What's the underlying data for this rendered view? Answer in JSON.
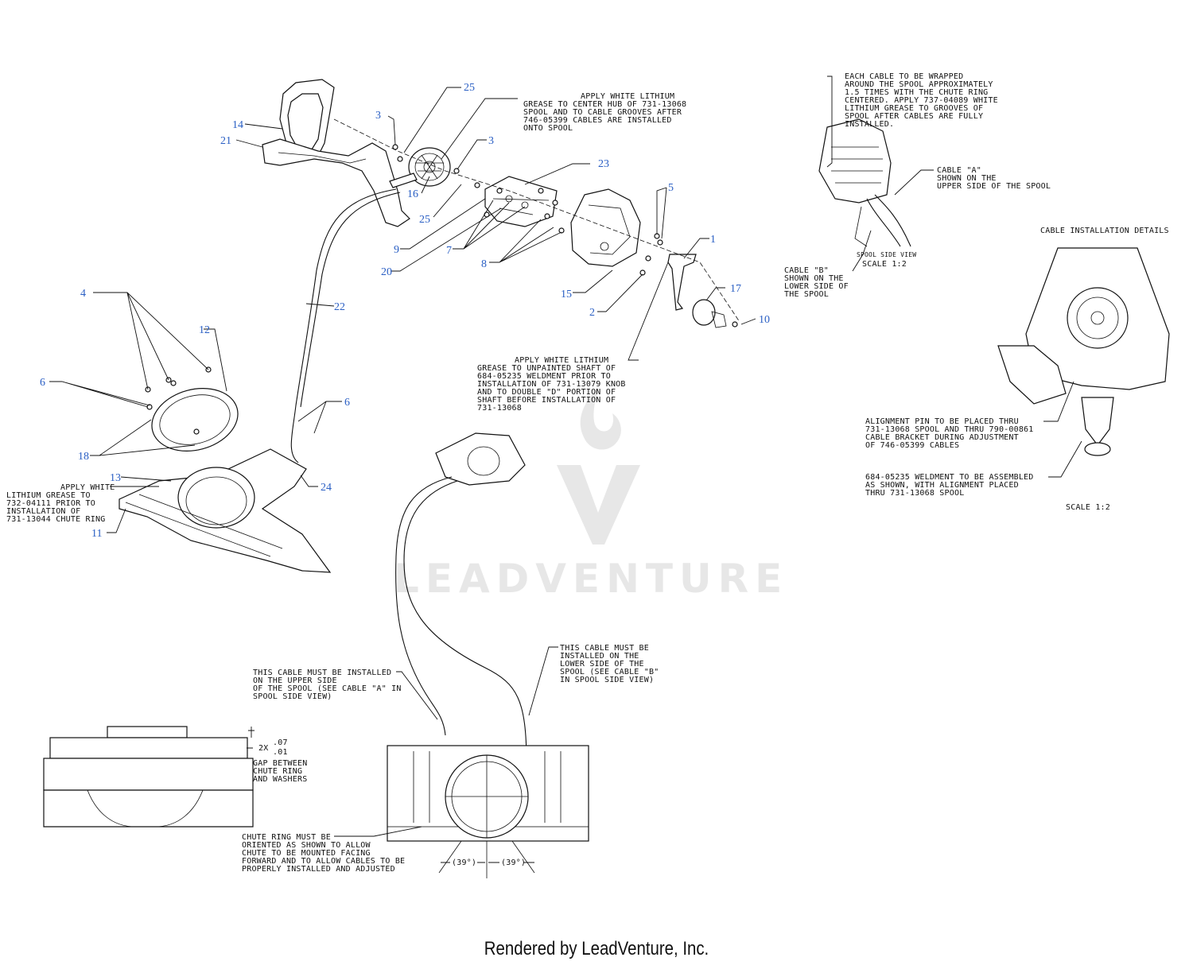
{
  "callouts": [
    "1",
    "2",
    "3",
    "3",
    "4",
    "5",
    "6",
    "6",
    "7",
    "8",
    "9",
    "10",
    "11",
    "12",
    "13",
    "14",
    "15",
    "16",
    "17",
    "18",
    "20",
    "21",
    "22",
    "23",
    "24",
    "25",
    "25"
  ],
  "notes": {
    "grease_spool": [
      "APPLY WHITE LITHIUM",
      "GREASE TO CENTER HUB OF 731-13068",
      "SPOOL AND TO CABLE GROOVES AFTER",
      "746-05399 CABLES ARE INSTALLED",
      "ONTO SPOOL"
    ],
    "cable_wrap": [
      "EACH CABLE TO BE WRAPPED",
      "AROUND THE SPOOL APPROXIMATELY",
      "1.5 TIMES WITH THE CHUTE RING",
      "CENTERED. APPLY 737-04089 WHITE",
      "LITHIUM GREASE TO GROOVES OF",
      "SPOOL AFTER CABLES ARE FULLY",
      "INSTALLED."
    ],
    "cable_a": [
      "CABLE \"A\"",
      "SHOWN ON THE",
      "UPPER SIDE OF THE SPOOL"
    ],
    "spool_side_view": "SPOOL SIDE VIEW",
    "scale_1": "SCALE 1:2",
    "cable_b": [
      "CABLE \"B\"",
      "SHOWN ON THE",
      "LOWER SIDE OF",
      "THE SPOOL"
    ],
    "cable_details_title": "CABLE INSTALLATION DETAILS",
    "grease_shaft": [
      "APPLY WHITE LITHIUM",
      "GREASE TO UNPAINTED SHAFT OF",
      "684-05235 WELDMENT PRIOR TO",
      "INSTALLATION OF 731-13079 KNOB",
      "AND TO DOUBLE \"D\" PORTION OF",
      "SHAFT BEFORE INSTALLATION OF",
      "731-13068"
    ],
    "alignment_pin": [
      "ALIGNMENT PIN TO BE PLACED THRU",
      "731-13068 SPOOL AND THRU 790-00861",
      "CABLE BRACKET DURING ADJUSTMENT",
      "OF 746-05399 CABLES"
    ],
    "weldment": [
      "684-05235 WELDMENT TO BE ASSEMBLED",
      "AS SHOWN, WITH ALIGNMENT PLACED",
      "THRU 731-13068 SPOOL"
    ],
    "scale_2": "SCALE 1:2",
    "grease_ring": [
      "APPLY WHITE",
      "LITHIUM GREASE TO",
      "732-04111 PRIOR TO",
      "INSTALLATION OF",
      "731-13044 CHUTE RING"
    ],
    "cable_upper": [
      "THIS CABLE MUST BE INSTALLED",
      "ON THE UPPER SIDE",
      "OF THE SPOOL (SEE CABLE \"A\" IN",
      "SPOOL SIDE VIEW)"
    ],
    "cable_lower": [
      "THIS CABLE MUST BE",
      "INSTALLED ON THE",
      "LOWER SIDE OF THE",
      "SPOOL (SEE CABLE \"B\"",
      "IN SPOOL SIDE VIEW)"
    ],
    "gap_dim_prefix": "2X",
    "gap_dim_upper": ".07",
    "gap_dim_lower": ".01",
    "gap_note": [
      "GAP BETWEEN",
      "CHUTE RING",
      "AND WASHERS"
    ],
    "chute_ring": [
      "CHUTE RING MUST BE",
      "ORIENTED AS SHOWN TO ALLOW",
      "CHUTE TO BE MOUNTED FACING",
      "FORWARD AND TO ALLOW CABLES TO BE",
      "PROPERLY INSTALLED AND ADJUSTED"
    ],
    "angle_left": "(39°)",
    "angle_right": "(39°)"
  },
  "watermark": "LEADVENTURE",
  "footer": "Rendered by LeadVenture, Inc."
}
